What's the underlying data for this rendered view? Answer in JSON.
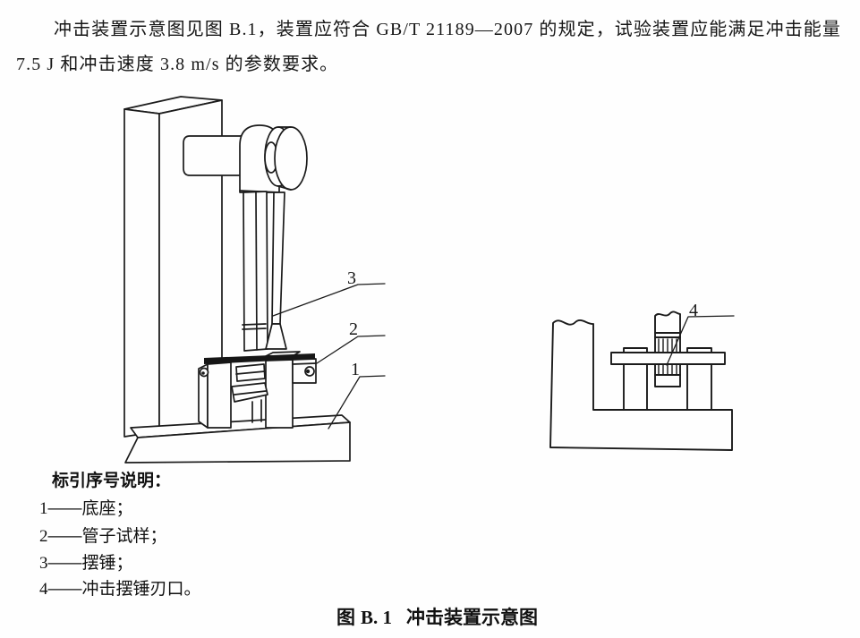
{
  "document": {
    "paragraph": {
      "line1": "冲击装置示意图见图 B.1，装置应符合 GB/T 21189—2007 的规定，试验装置应能满足冲击能量",
      "line2": "7.5 J 和冲击速度 3.8 m/s 的参数要求。"
    },
    "legend": {
      "title": "标引序号说明：",
      "items": [
        {
          "num": "1",
          "dash": "——",
          "label": "底座；"
        },
        {
          "num": "2",
          "dash": "——",
          "label": "管子试样；"
        },
        {
          "num": "3",
          "dash": "——",
          "label": "摆锤；"
        },
        {
          "num": "4",
          "dash": "——",
          "label": "冲击摆锤刃口。"
        }
      ]
    },
    "figure": {
      "callouts": {
        "c1": "1",
        "c2": "2",
        "c3": "3",
        "c4": "4"
      },
      "caption": {
        "prefix": "图",
        "number": "B. 1",
        "title": "冲击装置示意图"
      }
    },
    "colors": {
      "ink": "#1b1b1b",
      "paper": "#fefefe"
    }
  }
}
